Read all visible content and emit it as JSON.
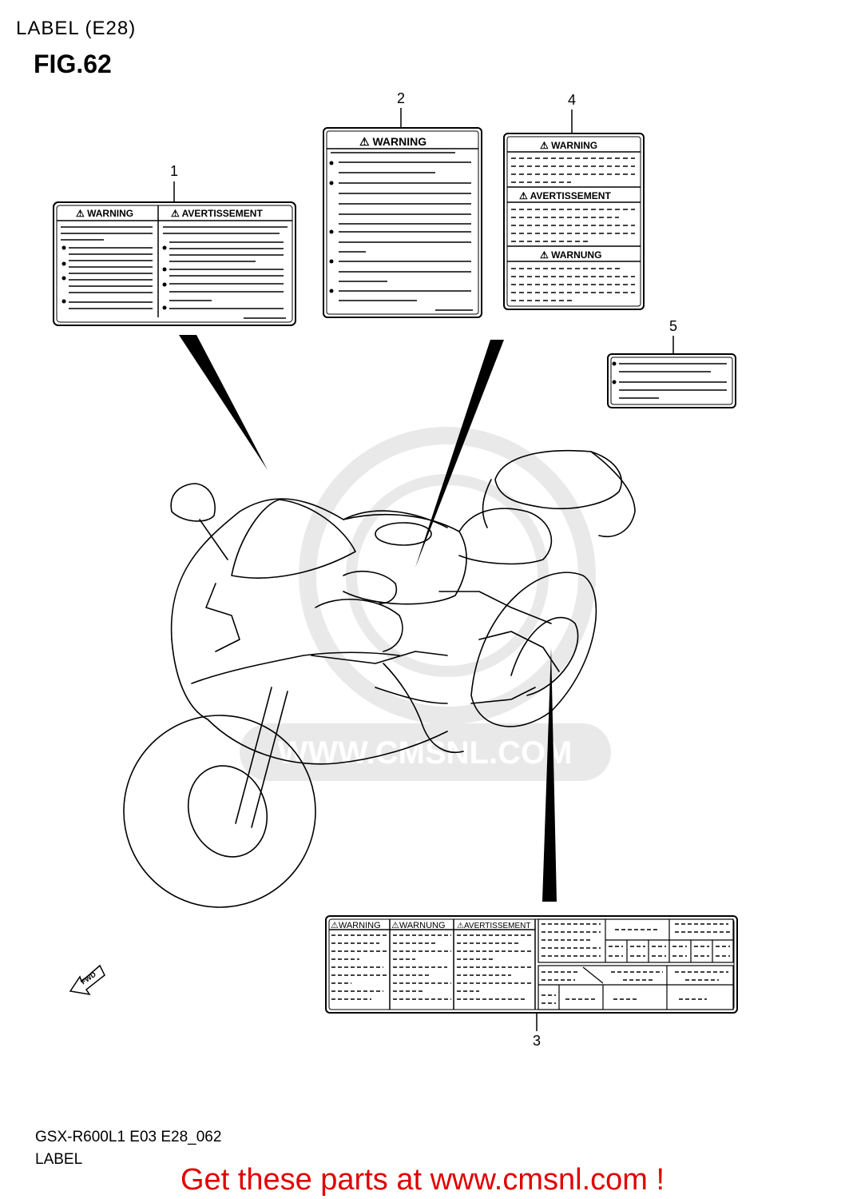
{
  "header": {
    "title": "LABEL (E28)",
    "figure": "FIG.62"
  },
  "callouts": [
    "1",
    "2",
    "3",
    "4",
    "5"
  ],
  "labels": {
    "w": "WARNING",
    "a": "AVERTISSEMENT",
    "n": "WARNUNG",
    "fwd": "FWD"
  },
  "watermark": "WWW.CMSNL.COM",
  "footer": {
    "code": "GSX-R600L1 E03 E28_062",
    "name": "LABEL",
    "cta": "Get these parts at www.cmsnl.com !",
    "cta_color": "#e00000"
  }
}
